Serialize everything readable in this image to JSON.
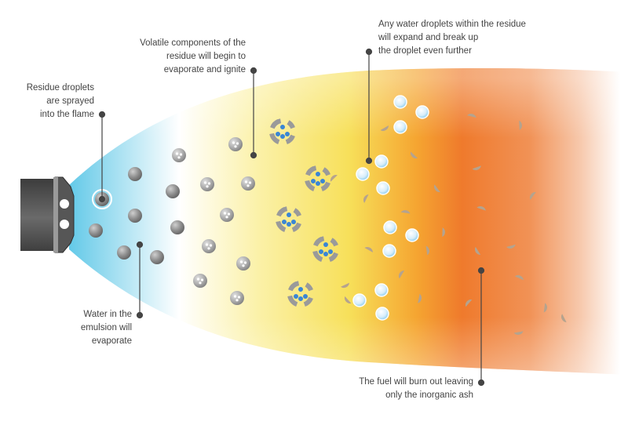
{
  "labels": {
    "residue": [
      "Residue droplets",
      "are sprayed",
      "into the flame"
    ],
    "volatile": [
      "Volatile components of the",
      "residue will begin to",
      "evaporate and ignite"
    ],
    "water_expand": [
      "Any water droplets within the residue",
      "will expand and break up",
      "the droplet even further"
    ],
    "water_emulsion": [
      "Water in the",
      "emulsion will",
      "evaporate"
    ],
    "fuel_burn": [
      "The fuel will burn out leaving",
      "only the inorganic ash"
    ]
  },
  "colors": {
    "nozzle": "#5a5a5a",
    "flame_inner": "#5bc8e8",
    "flame_mid": "#f7e36a",
    "flame_hot": "#ef7a2c",
    "droplet": "#8a8a8a",
    "water_droplet": "#7ec7ee",
    "ash": "#b0a08a",
    "leader": "#444444"
  }
}
